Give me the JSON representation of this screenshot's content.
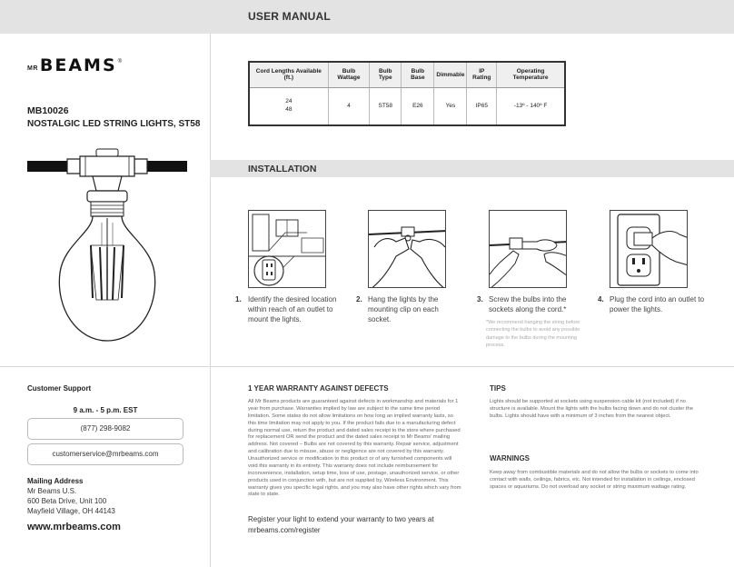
{
  "header": {
    "title": "USER MANUAL"
  },
  "brand": {
    "mr": "MR",
    "name": "BEAMS",
    "reg": "®"
  },
  "product": {
    "model": "MB10026",
    "name": "NOSTALGIC LED STRING LIGHTS, ST58"
  },
  "spec_table": {
    "headers": [
      "Cord Lengths Available (ft.)",
      "Bulb Wattage",
      "Bulb Type",
      "Bulb Base",
      "Dimmable",
      "IP Rating",
      "Operating Temperature"
    ],
    "row": [
      "24\n48",
      "4",
      "ST58",
      "E26",
      "Yes",
      "IP65",
      "-13º - 140º F"
    ]
  },
  "installation": {
    "title": "INSTALLATION",
    "steps": [
      {
        "num": "1.",
        "text": "Identify the desired location within reach of an outlet to mount the lights."
      },
      {
        "num": "2.",
        "text": "Hang the lights by the mounting clip on each socket."
      },
      {
        "num": "3.",
        "text": "Screw the bulbs into the sockets along the cord.*"
      },
      {
        "num": "4.",
        "text": "Plug the cord into an outlet to power the lights."
      }
    ],
    "note": "*We recommend hanging the string before connecting the bulbs to avoid any possible damage to the bulbs during the mounting process."
  },
  "support": {
    "title": "Customer Support",
    "hours": "9 a.m. - 5 p.m. EST",
    "phone": "(877) 298-9082",
    "email": "customerservice@mrbeams.com",
    "mailing_title": "Mailing Address",
    "address": [
      "Mr Beams U.S.",
      "600 Beta Drive, Unit 100",
      "Mayfield Village, OH 44143"
    ],
    "website": "www.mrbeams.com"
  },
  "warranty": {
    "title": "1 YEAR WARRANTY AGAINST DEFECTS",
    "body": "All Mr Beams products are guaranteed against defects in workmanship and materials for 1 year from purchase. Warranties implied by law are subject to the same time period limitation. Some states do not allow limitations on how long an implied warranty lasts, so this time limitation may not apply to you. If the product fails due to a manufacturing defect during normal use, return the product and dated sales receipt to the store where purchased for replacement OR send the product and the dated sales receipt to Mr Beams' mailing address. Not covered – Bulbs are not covered by this warranty. Repair service, adjustment and calibration due to misuse, abuse or negligence are not covered by this warranty. Unauthorized service or modification to this product or of any furnished components will void this warranty in its entirety. This warranty does not include reimbursement for inconvenience, installation, setup time, loss of use, postage, unauthorized service, or other products used in conjunction with, but are not supplied by, Wireless Environment. This warranty gives you specific legal rights, and you may also have other rights which vary from state to state.",
    "register": "Register your light to extend your warranty to two years at mrbeams.com/register"
  },
  "tips": {
    "title": "TIPS",
    "body": "Lights should be supported at sockets using suspension cable kit (not included) if no structure is available. Mount the lights with the bulbs facing down and do not cluster the bulbs. Lights should have with a minimum of 3 inches from the nearest object."
  },
  "warnings": {
    "title": "WARNINGS",
    "body": "Keep away from combustible materials and do not allow the bulbs or sockets to come into contact with walls, ceilings, fabrics, etc. Not intended for installation in ceilings, enclosed spaces or aquariums. Do not overload any socket or string maximum wattage rating."
  }
}
